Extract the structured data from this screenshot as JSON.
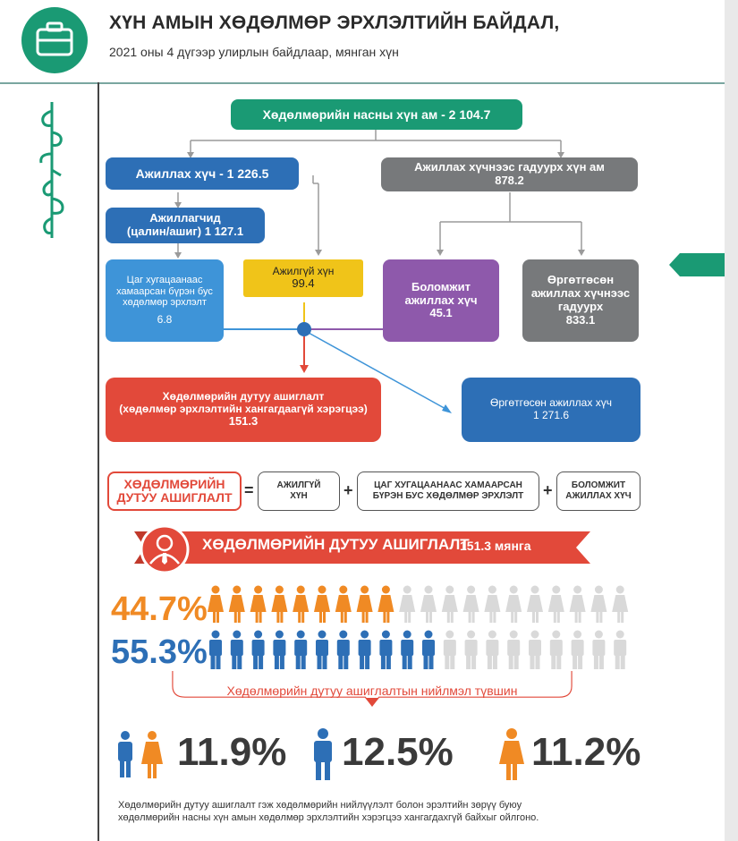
{
  "header": {
    "title": "ХҮН АМЫН ХӨДӨЛМӨР ЭРХЛЭЛТИЙН БАЙДАЛ,",
    "subtitle": "2021 оны 4 дүгээр улирлын байдлаар, мянган хүн",
    "logo_icon": "briefcase-icon"
  },
  "flow": {
    "working_age": "Хөдөлмөрийн насны хүн ам - 2 104.7",
    "labor_force": "Ажиллах хүч - 1 226.5",
    "outside_line1": "Ажиллах хүчнээс гадуурх хүн ам",
    "outside_line2": "878.2",
    "employed_line1": "Ажиллагчид",
    "employed_line2": "(цалин/ашиг) 1 127.1",
    "tru_line1": "Цаг хугацаанаас",
    "tru_line2": "хамаарсан бүрэн бус",
    "tru_line3": "хөдөлмөр эрхлэлт",
    "tru_value": "6.8",
    "unemployed_label": "Ажилгүй хүн",
    "unemployed_value": "99.4",
    "potential_line1": "Боломжит",
    "potential_line2": "ажиллах хүч",
    "potential_value": "45.1",
    "outside_extended_line1": "Өргөтгөсөн",
    "outside_extended_line2": "ажиллах хүчнээс",
    "outside_extended_line3": "гадуурх",
    "outside_extended_value": "833.1",
    "underutil_line1": "Хөдөлмөрийн дутуу ашиглалт",
    "underutil_line2": "(хөдөлмөр эрхлэлтийн хангагдаагүй хэрэгцээ)",
    "underutil_value": "151.3",
    "extended_line1": "Өргөтгөсөн ажиллах хүч",
    "extended_value": "1 271.6"
  },
  "formula": {
    "lhs_line1": "ХӨДӨЛМӨРИЙН",
    "lhs_line2": "ДУТУУ АШИГЛАЛТ",
    "eq": "=",
    "t1_line1": "АЖИЛГҮЙ",
    "t1_line2": "ХҮН",
    "plus1": "+",
    "t2_line1": "ЦАГ ХУГАЦААНААС ХАМААРСАН",
    "t2_line2": "БҮРЭН БУС ХӨДӨЛМӨР ЭРХЛЭЛТ",
    "plus2": "+",
    "t3_line1": "БОЛОМЖИТ",
    "t3_line2": "АЖИЛЛАХ ХҮЧ"
  },
  "banner": {
    "text": "ХӨДӨЛМӨРИЙН ДУТУУ АШИГЛАЛТ",
    "value": "151.3 мянга",
    "icon": "person-icon"
  },
  "gender": {
    "female_pct": "44.7%",
    "male_pct": "55.3%",
    "female_share": 0.447,
    "male_share": 0.553,
    "female_color": "#f08a24",
    "male_color": "#2d6fb6",
    "rate_label": "Хөдөлмөрийн дутуу ашиглалтын нийлмэл түвшин"
  },
  "stats": {
    "total": "11.9%",
    "male": "12.5%",
    "female": "11.2%"
  },
  "footnote": {
    "line1": "Хөдөлмөрийн дутуу ашиглалт гэж хөдөлмөрийн нийлүүлэлт болон эрэлтийн зөрүү буюу",
    "line2": "хөдөлмөрийн насны хүн амын хөдөлмөр эрхлэлтийн хэрэгцээ хангагдахгүй байхыг ойлгоно."
  },
  "colors": {
    "green": "#1a9a74",
    "red": "#e2493a",
    "blue": "#2d6fb6"
  }
}
